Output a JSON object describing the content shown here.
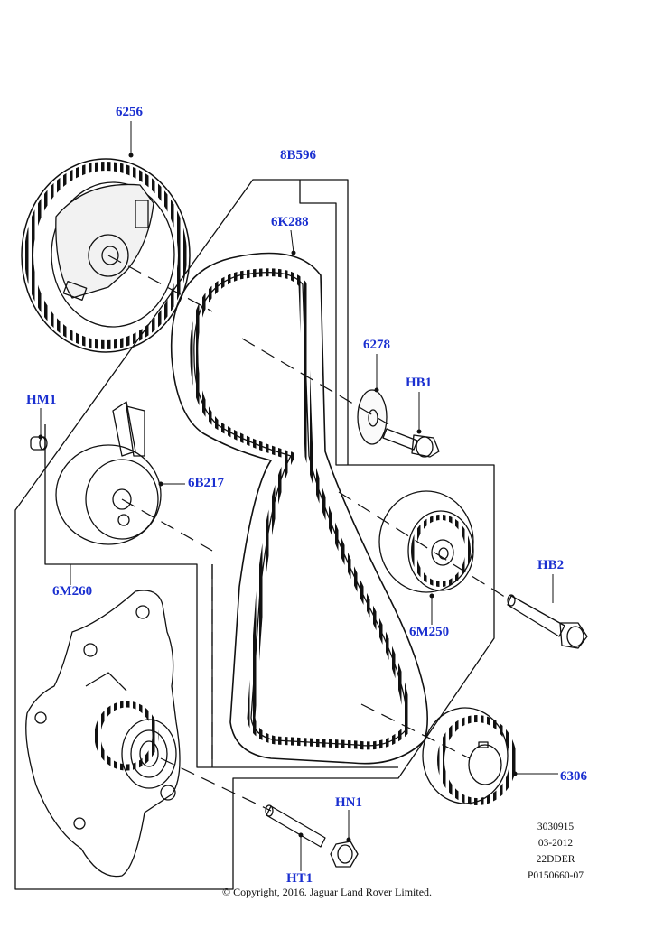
{
  "callouts": {
    "p6256": "6256",
    "p8B596": "8B596",
    "p6K288": "6K288",
    "p6278": "6278",
    "pHB1": "HB1",
    "pHM1": "HM1",
    "p6B217": "6B217",
    "p6M260": "6M260",
    "pHB2": "HB2",
    "p6M250": "6M250",
    "p6306": "6306",
    "pHN1": "HN1",
    "pHT1": "HT1"
  },
  "reference": {
    "line1": "3030915",
    "line2": "03-2012",
    "line3": "22DDER",
    "line4": "P0150660-07"
  },
  "copyright": "© Copyright, 2016. Jaguar Land Rover Limited.",
  "colors": {
    "callout": "#1a2fd0",
    "line": "#111111"
  }
}
